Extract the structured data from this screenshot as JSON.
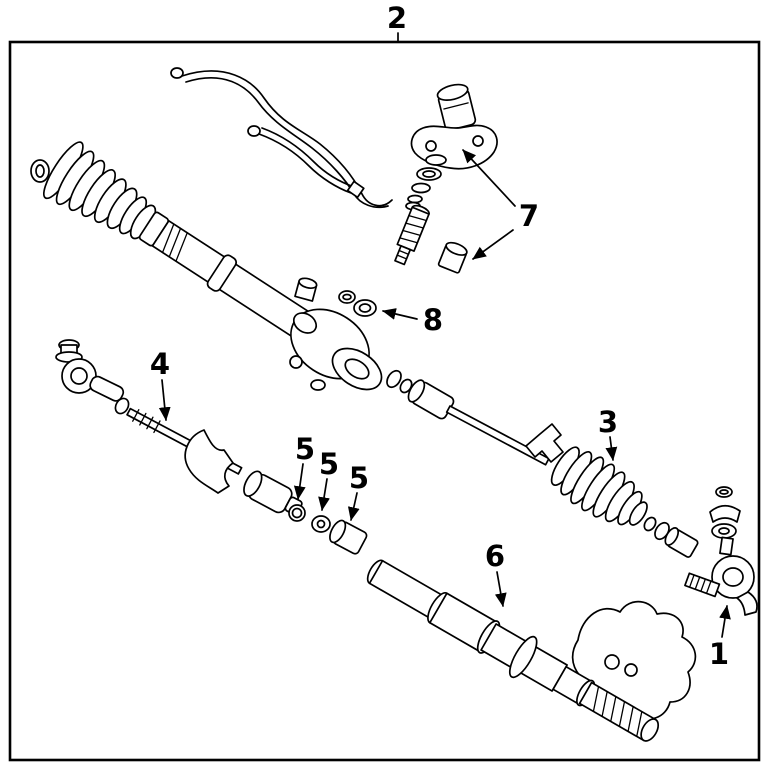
{
  "diagram": {
    "type": "exploded-parts-diagram",
    "colors": {
      "line": "#000000",
      "background": "#ffffff"
    },
    "callouts": {
      "c1": "1",
      "c2": "2",
      "c3": "3",
      "c4": "4",
      "c5a": "5",
      "c5b": "5",
      "c5c": "5",
      "c6": "6",
      "c7": "7",
      "c8": "8"
    }
  }
}
